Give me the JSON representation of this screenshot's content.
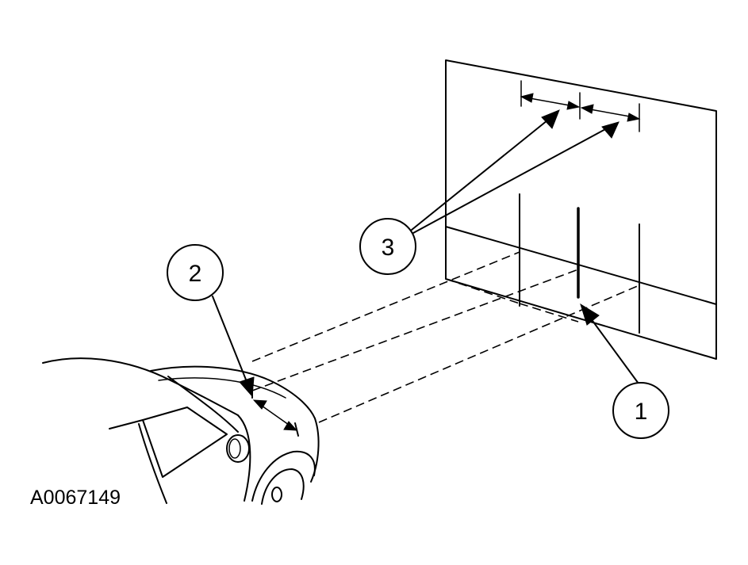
{
  "figure": {
    "id_label": "A0067149"
  },
  "callouts": [
    {
      "number": "1"
    },
    {
      "number": "2"
    },
    {
      "number": "3"
    }
  ]
}
